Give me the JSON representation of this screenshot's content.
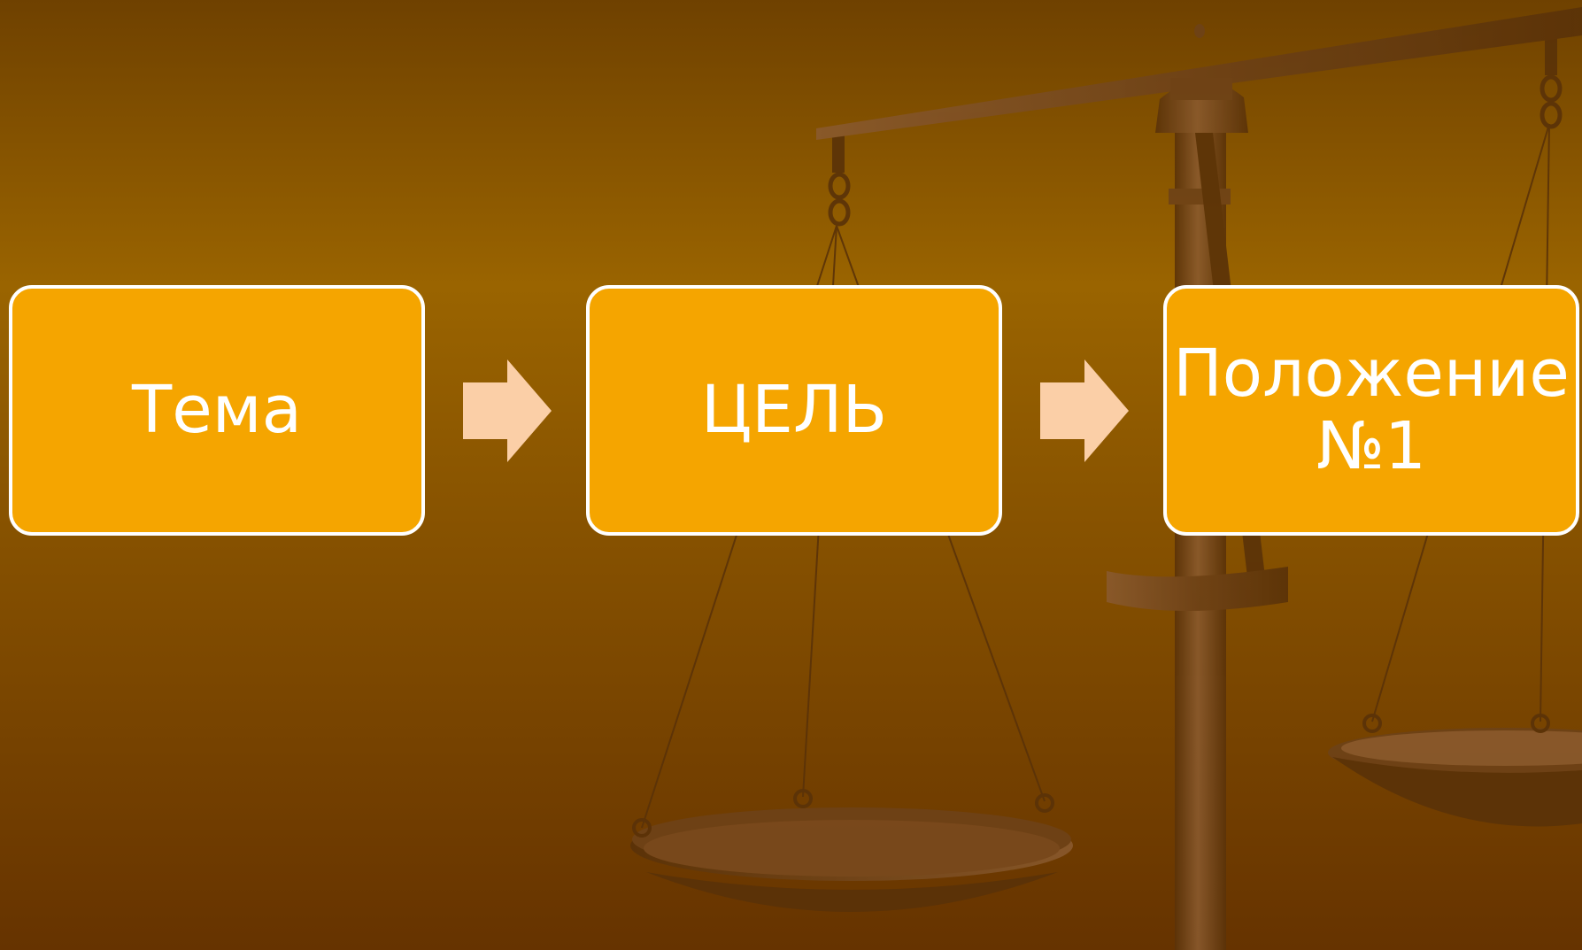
{
  "colors": {
    "background_top": "#6f4100",
    "background_mid": "#9a6400",
    "background_bottom": "#663300",
    "box_fill": "#f5a500",
    "box_border": "#ffffff",
    "box_text": "#ffffff",
    "arrow_fill": "#fbcfa7",
    "scales_dark": "#5a3208",
    "scales_light": "#8a5a2e"
  },
  "background_image": "scales-of-justice",
  "flow": {
    "steps": [
      {
        "label": "Тема"
      },
      {
        "label": "ЦЕЛЬ"
      },
      {
        "label_line1": "Положение",
        "label_line2": "№1"
      }
    ],
    "connector": "right-arrow-icon"
  }
}
